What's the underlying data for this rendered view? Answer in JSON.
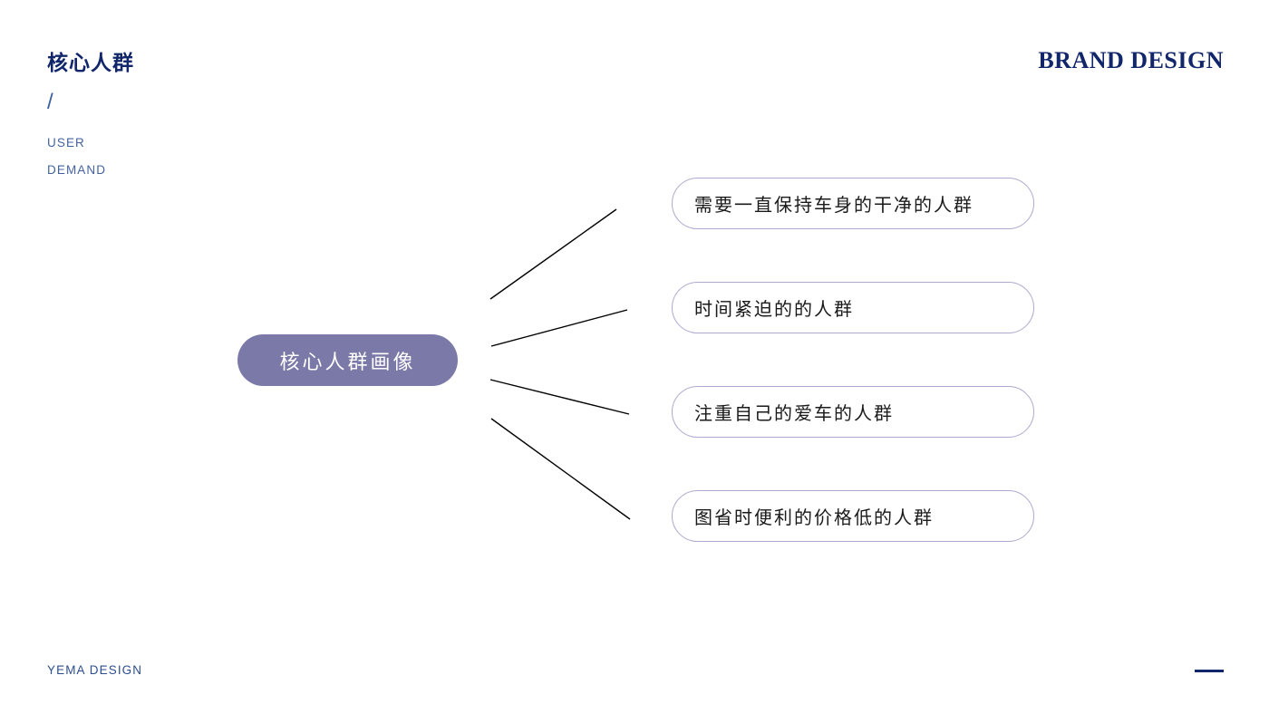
{
  "header": {
    "title": "核心人群",
    "slash": "/",
    "eyebrow_line_1": "USER",
    "eyebrow_line_2": "DEMAND",
    "brand": "BRAND DESIGN"
  },
  "footer": {
    "brand": "YEMA DESIGN"
  },
  "diagram": {
    "center": {
      "label": "核心人群画像"
    },
    "branches": [
      {
        "label": "需要一直保持车身的干净的人群"
      },
      {
        "label": "时间紧迫的的人群"
      },
      {
        "label": "注重自己的爱车的人群"
      },
      {
        "label": "图省时便利的价格低的人群"
      }
    ]
  },
  "colors": {
    "navy": "#12276b",
    "steel_blue": "#44639e",
    "node_purple": "#7b79a8",
    "pill_border": "#b0a8cf",
    "connector": "#000000",
    "background": "#ffffff"
  },
  "chart_data": {
    "type": "diagram",
    "layout": "radial-fan",
    "title": "核心人群画像",
    "root": "核心人群画像",
    "children": [
      "需要一直保持车身的干净的人群",
      "时间紧迫的的人群",
      "注重自己的爱车的人群",
      "图省时便利的价格低的人群"
    ],
    "connector_count": 4
  }
}
